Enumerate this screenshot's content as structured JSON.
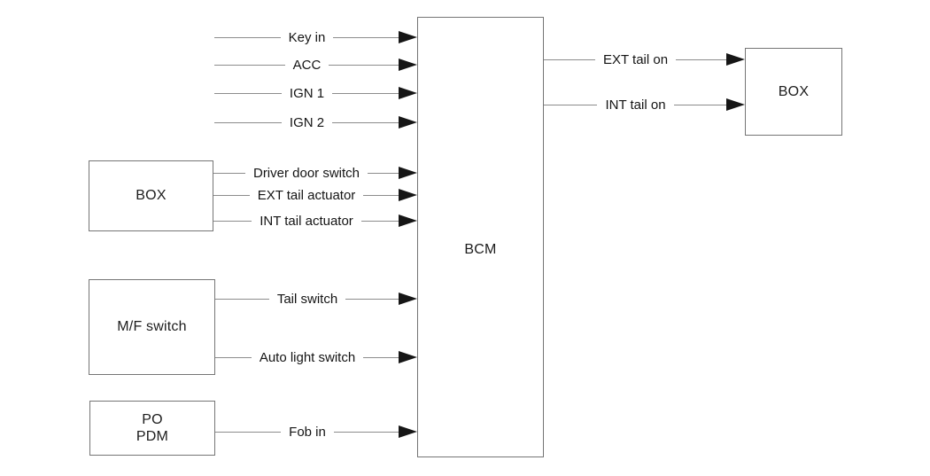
{
  "diagram": {
    "nodes": {
      "bcm": {
        "label": "BCM"
      },
      "left_box": {
        "label": "BOX"
      },
      "mf_switch": {
        "label": "M/F switch"
      },
      "po_pdm": {
        "line1": "PO",
        "line2": "PDM"
      },
      "right_box": {
        "label": "BOX"
      }
    },
    "inputs": [
      {
        "label": "Key in",
        "source": null,
        "target": "BCM"
      },
      {
        "label": "ACC",
        "source": null,
        "target": "BCM"
      },
      {
        "label": "IGN 1",
        "source": null,
        "target": "BCM"
      },
      {
        "label": "IGN 2",
        "source": null,
        "target": "BCM"
      },
      {
        "label": "Driver door switch",
        "source": "BOX",
        "target": "BCM"
      },
      {
        "label": "EXT tail actuator",
        "source": "BOX",
        "target": "BCM"
      },
      {
        "label": "INT tail actuator",
        "source": "BOX",
        "target": "BCM"
      },
      {
        "label": "Tail switch",
        "source": "M/F switch",
        "target": "BCM"
      },
      {
        "label": "Auto light switch",
        "source": "M/F switch",
        "target": "BCM"
      },
      {
        "label": "Fob in",
        "source": "PO PDM",
        "target": "BCM"
      }
    ],
    "outputs": [
      {
        "label": "EXT tail on",
        "source": "BCM",
        "target": "BOX"
      },
      {
        "label": "INT tail on",
        "source": "BCM",
        "target": "BOX"
      }
    ],
    "colors": {
      "background": "#ffffff",
      "wire": "#8c8c8c",
      "node_border": "#757575",
      "arrow": "#161616",
      "text": "#141414"
    }
  }
}
